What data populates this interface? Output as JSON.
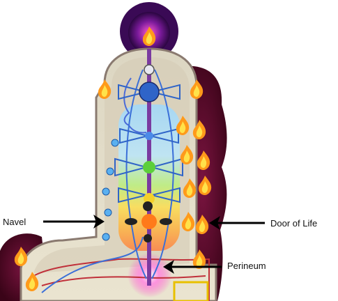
{
  "labels": {
    "navel": "Navel",
    "door_of_life": "Door of Life",
    "perineum": "Perineum"
  },
  "colors": {
    "aura_outer": "#5a0a2a",
    "aura_purple": "#3d1060",
    "body_fill": "#e6e1cf",
    "central_channel": "#7a3aa0",
    "channel_blue": "#3b6fd8",
    "flame_orange": "#ff9a1a",
    "flame_yellow": "#ffe24a",
    "chakra_blue": "#2f64c8",
    "chakra_green": "#5ccf3a",
    "chakra_orange": "#ff7a1a",
    "pelvis_red": "#d83a3a",
    "arrow": "#000000"
  },
  "icons": [
    "flame-icon",
    "chakra-icon",
    "arrow-icon"
  ]
}
